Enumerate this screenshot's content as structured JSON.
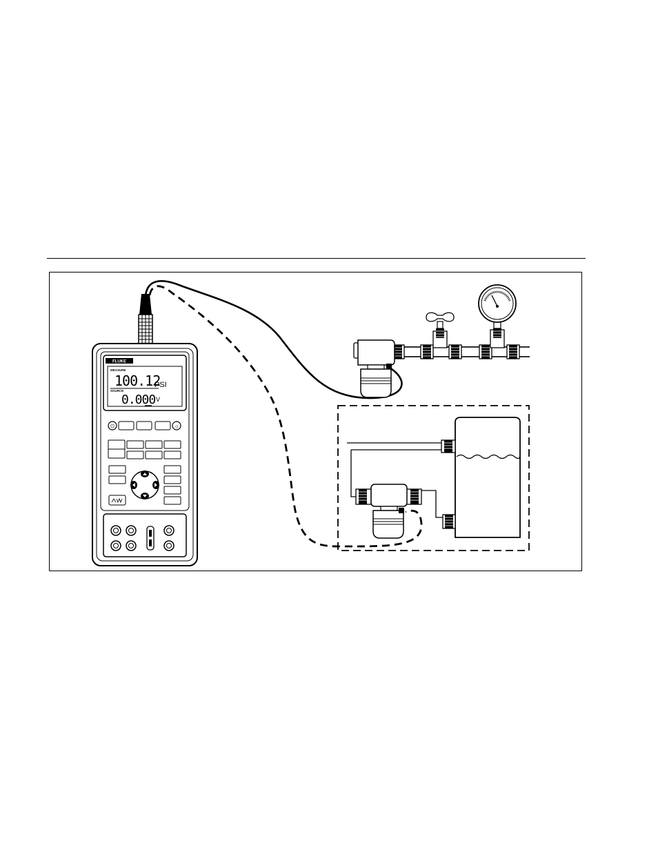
{
  "calibrator": {
    "brand": "FLUKE",
    "measure_label": "MEASURE",
    "measure_value": "100.12",
    "measure_unit": "PSI",
    "source_label": "SOURCE",
    "source_value": "0.000",
    "source_unit": "V"
  },
  "icons": {
    "power": "power-icon",
    "backlight": "backlight-icon",
    "arrows": [
      "arrow-up-icon",
      "arrow-left-icon",
      "arrow-right-icon",
      "arrow-down-icon"
    ]
  }
}
